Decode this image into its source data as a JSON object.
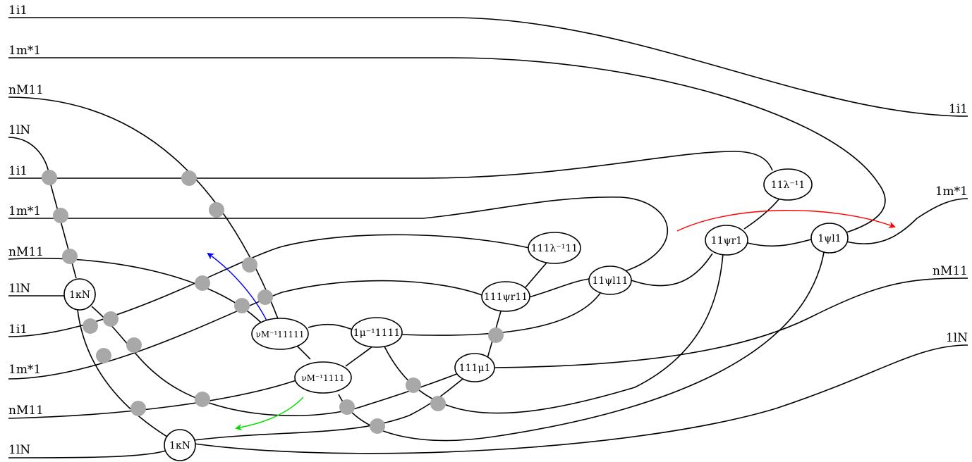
{
  "left_labels": [
    "1i1",
    "1m*1",
    "nM11",
    "1lN",
    "1i1",
    "1m*1",
    "nM11",
    "1lN",
    "1i1",
    "1m*1",
    "nM11",
    "1lN"
  ],
  "right_labels": [
    "1i1",
    "1m*1",
    "nM11",
    "1lN"
  ],
  "nodes": {
    "kappa_top": "1κN",
    "kappa_bottom": "1κN",
    "nu_11111": "νM⁻¹11111",
    "nu_1111": "νM⁻¹1111",
    "mu_inv": "1μ⁻¹1111",
    "mu": "111μ1",
    "lambda_inv_5": "111λ⁻¹11",
    "psi_r_5": "111ψr11",
    "psi_l_4": "11ψl11",
    "lambda_inv_4": "11λ⁻¹1",
    "psi_r_3": "11ψr1",
    "psi_l_3": "1ψl1"
  },
  "arrows": [
    {
      "name": "blue-arrow",
      "color": "#0000ff"
    },
    {
      "name": "green-arrow",
      "color": "#00e000"
    },
    {
      "name": "red-arrow",
      "color": "#ff0000"
    }
  ]
}
